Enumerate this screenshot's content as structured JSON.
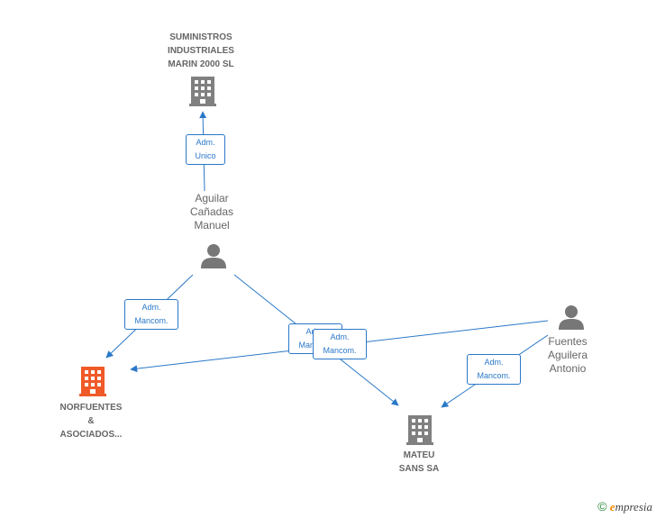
{
  "colors": {
    "edge": "#2a78c8",
    "company_icon": "#808080",
    "highlight_company_icon": "#f05a28",
    "person_icon": "#777777",
    "label_text": "#666666"
  },
  "nodes": {
    "suministros": {
      "label": "SUMINISTROS\nINDUSTRIALES\nMARIN 2000  SL",
      "icon": "building-icon"
    },
    "aguilar": {
      "label": "Aguilar\nCañadas\nManuel",
      "icon": "person-icon"
    },
    "norfuentes": {
      "label": "NORFUENTES\n&\nASOCIADOS...",
      "icon": "building-icon"
    },
    "mateu": {
      "label": "MATEU\nSANS SA",
      "icon": "building-icon"
    },
    "fuentes": {
      "label": "Fuentes\nAguilera\nAntonio",
      "icon": "person-icon"
    }
  },
  "edges": {
    "e1": {
      "line1": "Adm.",
      "line2": "Unico"
    },
    "e2": {
      "line1": "Adm.",
      "line2": "Mancom."
    },
    "e3": {
      "line1": "Adm.",
      "line2": "Mancom."
    },
    "e4": {
      "line1": "Adm.",
      "line2": "Mancom."
    },
    "e5": {
      "line1": "Adm.",
      "line2": "Mancom."
    }
  },
  "brand": {
    "symbol": "©",
    "initial": "e",
    "rest": "mpresia"
  }
}
